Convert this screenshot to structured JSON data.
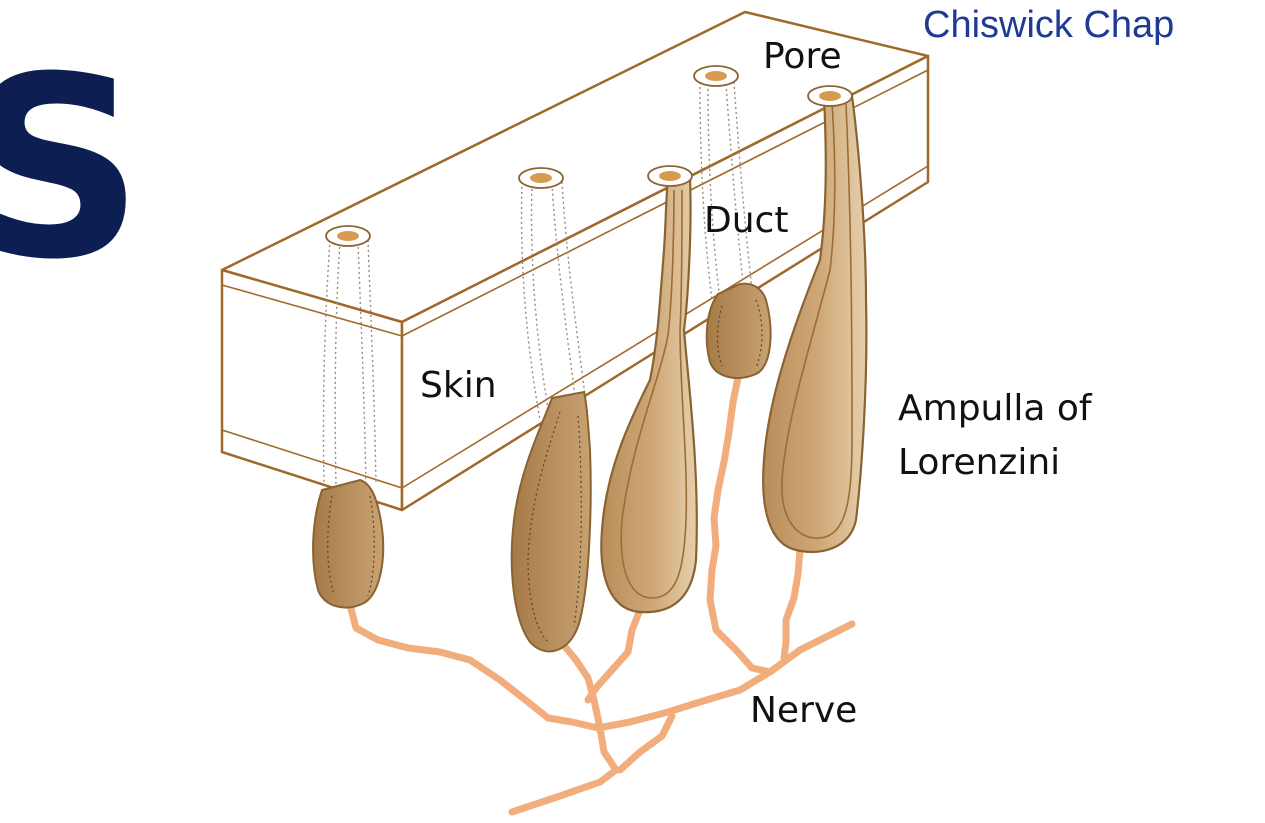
{
  "credit": "Chiswick Chap",
  "edge_letter": "S",
  "labels": {
    "pore": "Pore",
    "duct": "Duct",
    "skin": "Skin",
    "ampulla_line1": "Ampulla of",
    "ampulla_line2": "Lorenzini",
    "nerve": "Nerve"
  },
  "colors": {
    "skin_outline": "#a0692a",
    "ampulla_fill": "#c9a272",
    "ampulla_light": "#e1c59d",
    "ampulla_edge": "#8a6333",
    "pore_fill": "#d79a4e",
    "nerve": "#f2ad7d",
    "credit": "#1f3a93",
    "edge_letter": "#0d1f52"
  }
}
